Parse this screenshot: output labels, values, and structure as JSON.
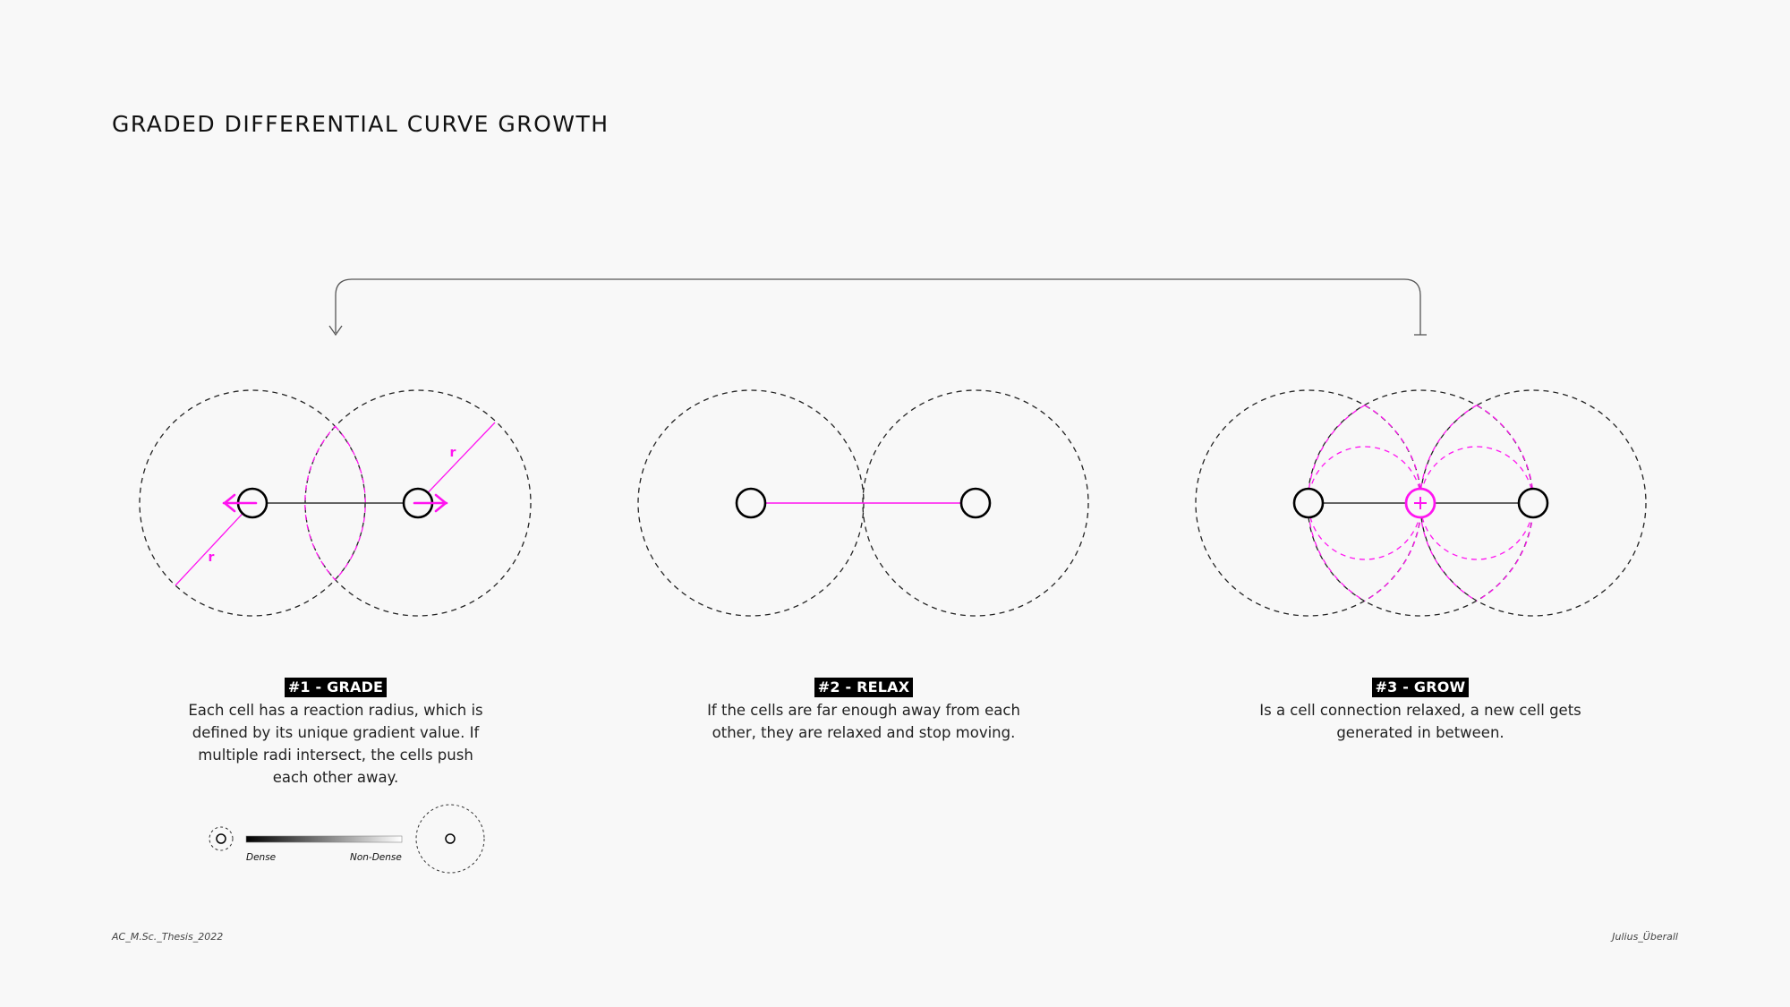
{
  "title": "GRADED DIFFERENTIAL CURVE GROWTH",
  "colors": {
    "accent": "#ff14f0",
    "ink": "#111111",
    "background": "#f8f8f8"
  },
  "steps": [
    {
      "badge": "#1 - GRADE",
      "text": "Each cell has a reaction radius, which is defined by its unique gradient value. If multiple radi intersect, the cells push each other away."
    },
    {
      "badge": "#2 - RELAX",
      "text": "If the cells are far enough away from each other, they are relaxed and stop moving."
    },
    {
      "badge": "#3 - GROW",
      "text": "Is a cell connection relaxed, a new cell gets generated in between."
    }
  ],
  "radius_label": "r",
  "legend": {
    "dense_label": "Dense",
    "non_dense_label": "Non-Dense"
  },
  "footer": {
    "left": "AC_M.Sc._Thesis_2022",
    "right": "Julius_Überall"
  },
  "icons": {
    "push_arrow": "arrow-icon",
    "new_cell": "plus-circle-icon",
    "loop_arrow": "loop-arrow-icon"
  }
}
